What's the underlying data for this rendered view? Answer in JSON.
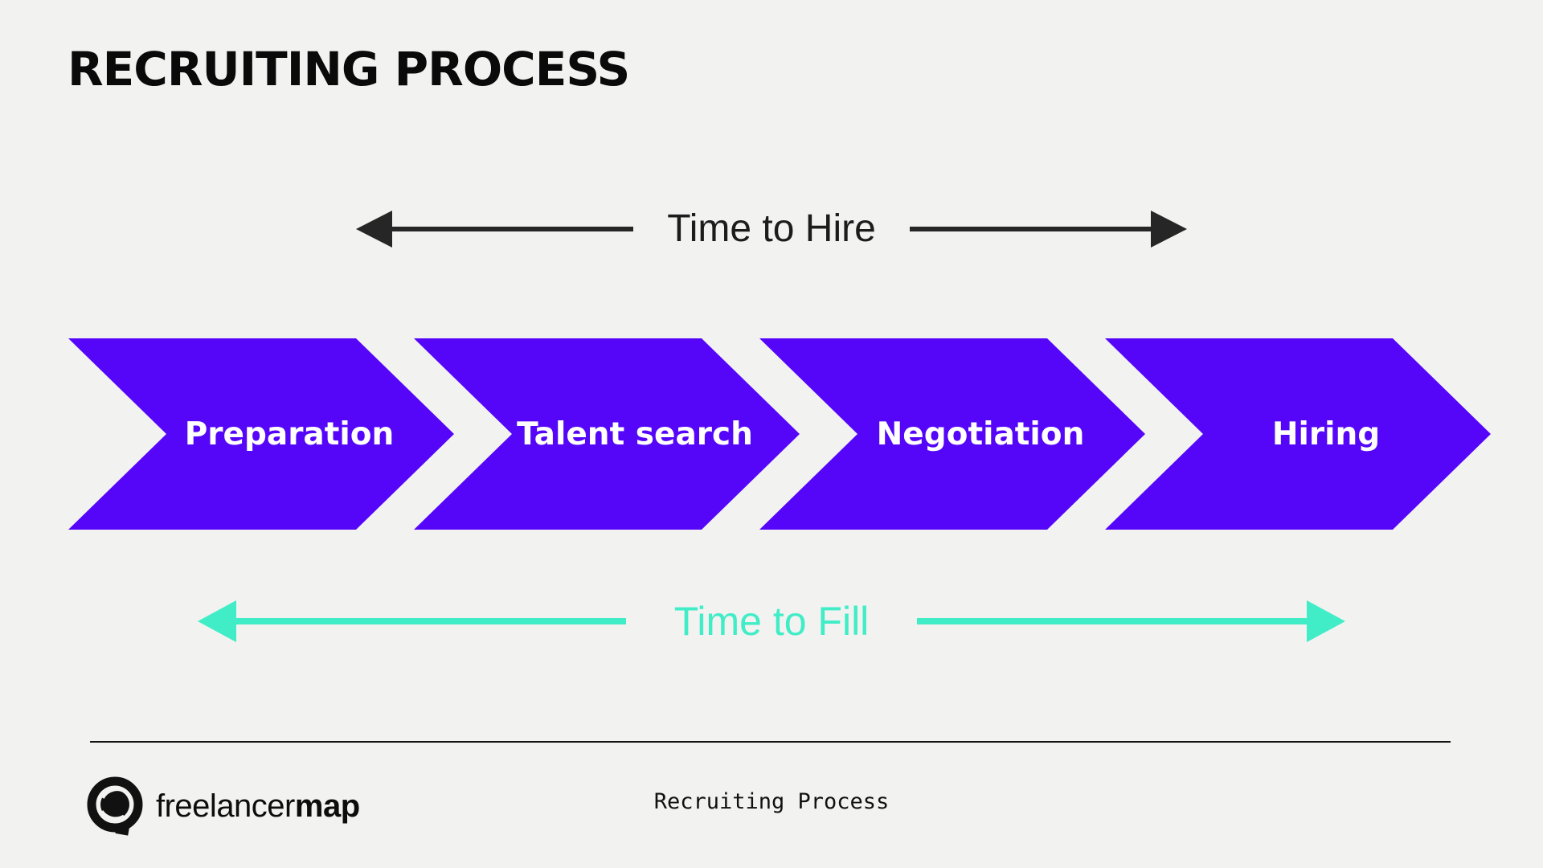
{
  "colors": {
    "background": "#f2f2f1",
    "step_fill": "#5506f9",
    "step_text": "#ffffff",
    "hire_arrow": "#262626",
    "fill_arrow": "#40edc6",
    "title_text": "#0a0a0a",
    "divider": "#151515"
  },
  "title": "RECRUITING PROCESS",
  "time_to_hire": {
    "label": "Time to Hire"
  },
  "process_steps": [
    {
      "label": "Preparation"
    },
    {
      "label": "Talent search"
    },
    {
      "label": "Negotiation"
    },
    {
      "label": "Hiring"
    }
  ],
  "time_to_fill": {
    "label": "Time to Fill"
  },
  "footer": {
    "brand_regular": "freelancer",
    "brand_bold": "map",
    "caption": "Recruiting Process"
  }
}
